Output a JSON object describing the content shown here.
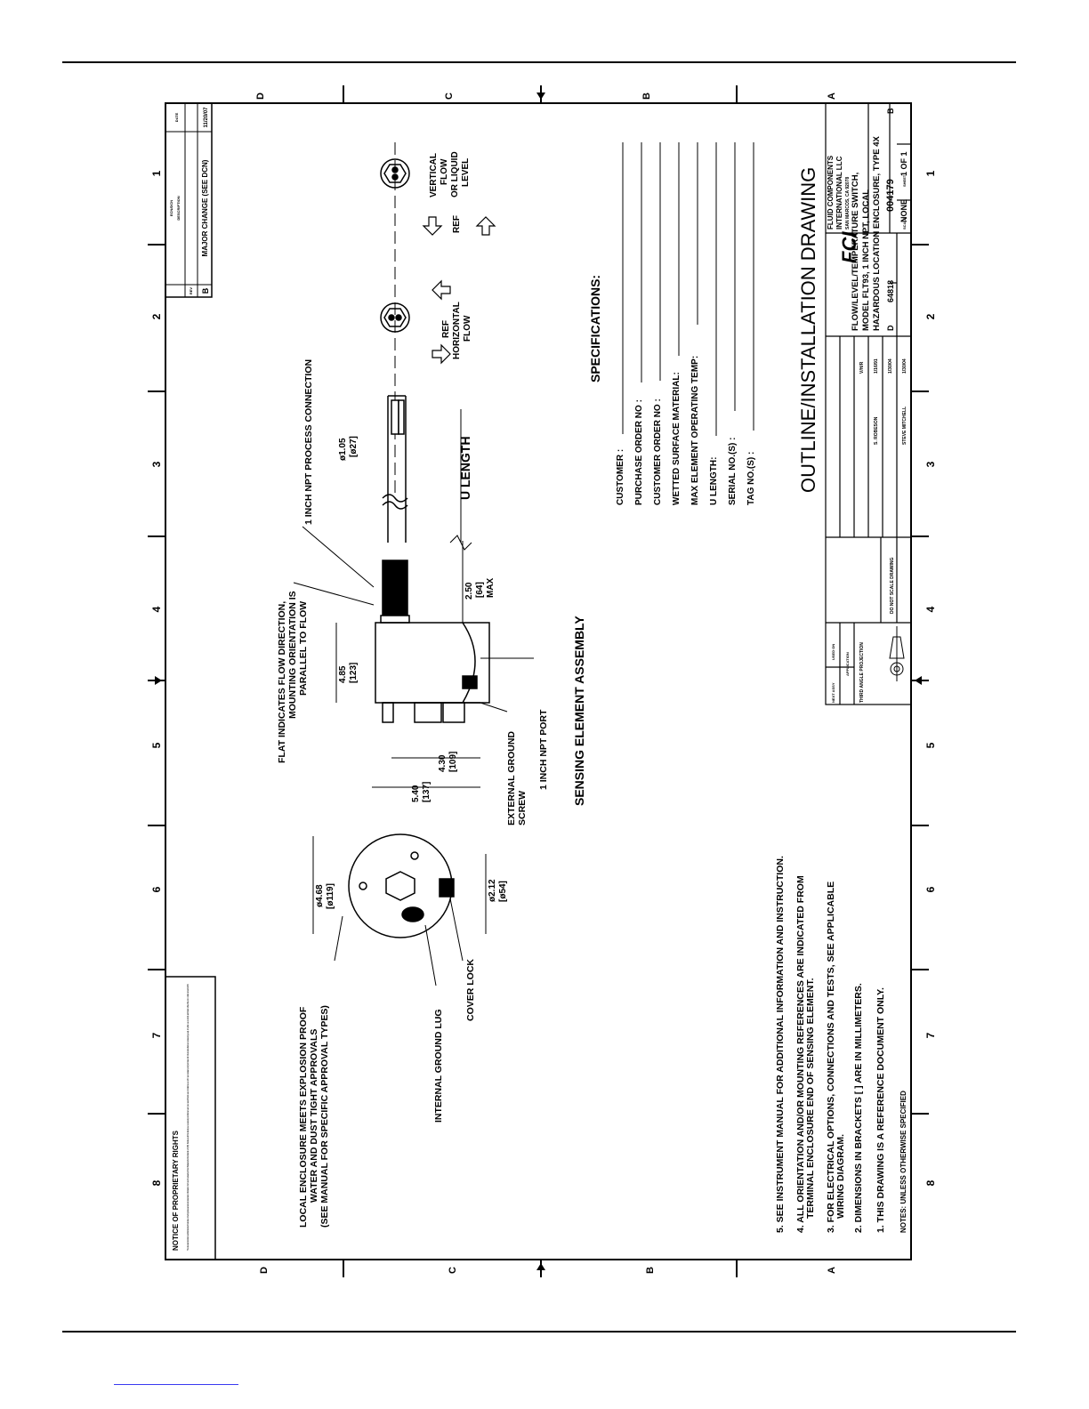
{
  "zones": {
    "letters": [
      "D",
      "C",
      "B",
      "A"
    ],
    "numbers": [
      "1",
      "2",
      "3",
      "4",
      "5",
      "6",
      "7",
      "8"
    ]
  },
  "revision": {
    "rev": "B",
    "description": "MAJOR CHANGE (SEE DCN)",
    "date": "11/20/07",
    "headers": {
      "rev": "REV",
      "desc": "DESCRIPTION",
      "ecn": "ECN/DCN",
      "date": "DATE"
    }
  },
  "proprietary": {
    "title": "NOTICE OF PROPRIETARY RIGHTS",
    "text": "This document contains confidential technical data, including trade secrets and proprietary information which are the property of Fluid Components International LLC (FCI). Disclosure of this data to you is expressly conditioned upon your assent that its use is limited to use within your company only (and does not include manufacture or processing uses). Any other use is strictly prohibited without the prior written consent of FCI."
  },
  "callouts": {
    "npt_connection": "1 INCH NPT PROCESS CONNECTION",
    "flat_line1": "FLAT INDICATES FLOW DIRECTION,",
    "flat_line2": "MOUNTING ORIENTATION IS",
    "flat_line3": "PARALLEL TO FLOW",
    "enc_line1": "LOCAL ENCLOSURE MEETS EXPLOSION PROOF",
    "enc_line2": "WATER AND DUST TIGHT APPROVALS",
    "enc_line3": "(SEE MANUAL FOR SPECIFIC APPROVAL TYPES)",
    "ext_ground_1": "EXTERNAL GROUND",
    "ext_ground_2": "SCREW",
    "npt_port": "1 INCH NPT PORT",
    "internal_lug": "INTERNAL GROUND LUG",
    "cover_lock": "COVER LOCK",
    "assembly_title": "SENSING ELEMENT ASSEMBLY",
    "ref": "REF",
    "horizontal_1": "HORIZONTAL",
    "horizontal_2": "FLOW",
    "vertical_1": "VERTICAL",
    "vertical_2": "FLOW",
    "vertical_3": "OR LIQUID",
    "vertical_4": "LEVEL",
    "u_length": "U LENGTH"
  },
  "dimensions": {
    "d105_a": "ø1.05",
    "d105_b": "[ø27]",
    "d250_a": "2.50",
    "d250_b": "[64]",
    "d250_c": "MAX",
    "d485_a": "4.85",
    "d485_b": "[123]",
    "d430_a": "4.30",
    "d430_b": "[109]",
    "d540_a": "5.40",
    "d540_b": "[137]",
    "d468_a": "ø4.68",
    "d468_b": "[ø119]",
    "d212_a": "ø2.12",
    "d212_b": "[ø54]"
  },
  "specifications": {
    "title": "SPECIFICATIONS:",
    "fields": [
      "CUSTOMER :",
      "PURCHASE ORDER NO :",
      "CUSTOMER ORDER NO :",
      "WETTED SURFACE MATERIAL:",
      "MAX ELEMENT OPERATING TEMP:",
      "U LENGTH:",
      "SERIAL NO.(S) :",
      "TAG NO.(S) :"
    ]
  },
  "notes": {
    "header": "NOTES: UNLESS OTHERWISE SPECIFIED",
    "items": [
      "5. SEE INSTRUMENT MANUAL FOR ADDITIONAL INFORMATION AND INSTRUCTION.",
      "4. ALL ORIENTATION AND/OR MOUNTING REFERENCES ARE INDICATED FROM",
      "TERMINAL ENCLOSURE END OF SENSING ELEMENT.",
      "3. FOR ELECTRICAL OPTIONS, CONNECTIONS AND TESTS, SEE APPLICABLE",
      "WIRING DIAGRAM.",
      "2. DIMENSIONS IN BRACKETS [ ] ARE IN MILLIMETERS.",
      "1. THIS DRAWING IS A REFERENCE DOCUMENT ONLY."
    ]
  },
  "drawing_title": "OUTLINE/INSTALLATION DRAWING",
  "title_block": {
    "company_1": "FLUID COMPONENTS",
    "company_2": "INTERNATIONAL LLC",
    "company_3": "SAN MARCOS, CA 92078",
    "title_1": "FLOW/LEVEL/TEMPERATURE SWITCH,",
    "title_2": "MODEL FLT93, 1 INCH NPT, LOCAL",
    "title_3": "HAZARDOUS LOCATION ENCLOSURE, TYPE 4X",
    "size": "D",
    "cage": "64818",
    "dwg_no": "004179",
    "rev": "B",
    "scale_label": "SCALE",
    "scale": "NONE",
    "sheet_label": "SHEET",
    "sheet": "1 OF 1",
    "projection": "THIRD ANGLE PROJECTION",
    "drawn": "S. ROBESON",
    "drawn_date": "1/16/91",
    "checked": "1/30/04",
    "approved": "1/30/04",
    "approver": "STEVE MITCHELL",
    "eng": "V/H/R",
    "do_not_scale": "DO NOT SCALE DRAWING",
    "next_assy": "NEXT ASSY",
    "used_on": "USED ON",
    "application": "APPLICATION"
  }
}
